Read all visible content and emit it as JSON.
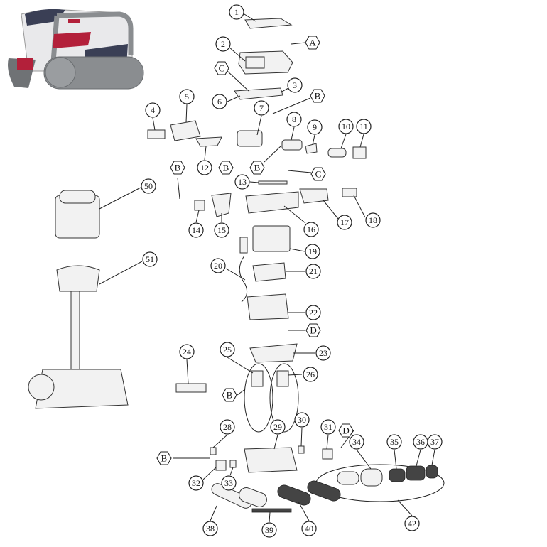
{
  "diagram": {
    "type": "exploded-parts-diagram",
    "callouts": [
      "1",
      "2",
      "3",
      "4",
      "5",
      "6",
      "7",
      "8",
      "9",
      "10",
      "11",
      "12",
      "13",
      "14",
      "15",
      "16",
      "17",
      "18",
      "19",
      "20",
      "21",
      "22",
      "23",
      "24",
      "25",
      "26",
      "28",
      "29",
      "30",
      "31",
      "32",
      "33",
      "34",
      "35",
      "36",
      "37",
      "38",
      "39",
      "40",
      "42",
      "50",
      "51"
    ],
    "references": {
      "A": "A",
      "B": "B",
      "C": "C",
      "D": "D"
    },
    "colors": {
      "line": "#222222",
      "robot_body": "#e8e8ea",
      "robot_accent": "#b3203a",
      "robot_track": "#8a8d90",
      "robot_top": "#3a3f55"
    }
  }
}
